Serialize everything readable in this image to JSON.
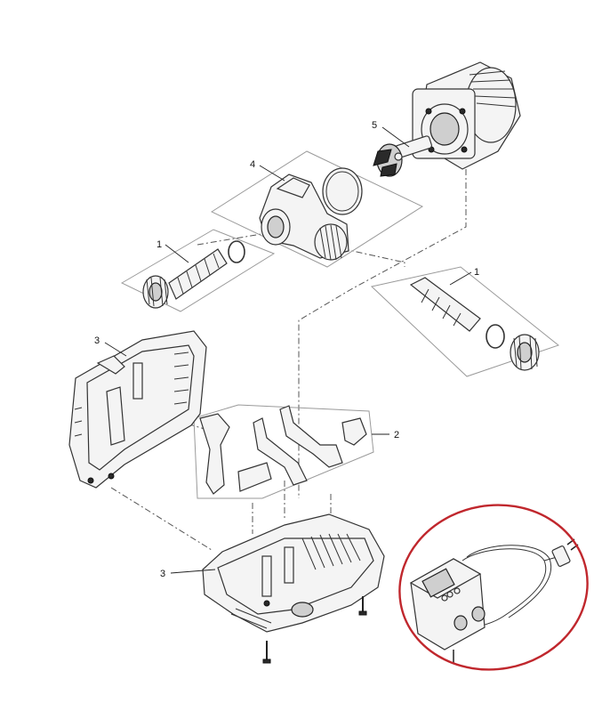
{
  "callouts": {
    "outlet_left": "1",
    "outlet_right": "1",
    "brackets": "2",
    "housing_back": "3",
    "housing_bottom": "3",
    "pump_housing": "4",
    "motor_rotor": "5"
  },
  "colors": {
    "line": "#333333",
    "highlight_ring": "#c0272d",
    "background": "#ffffff"
  }
}
